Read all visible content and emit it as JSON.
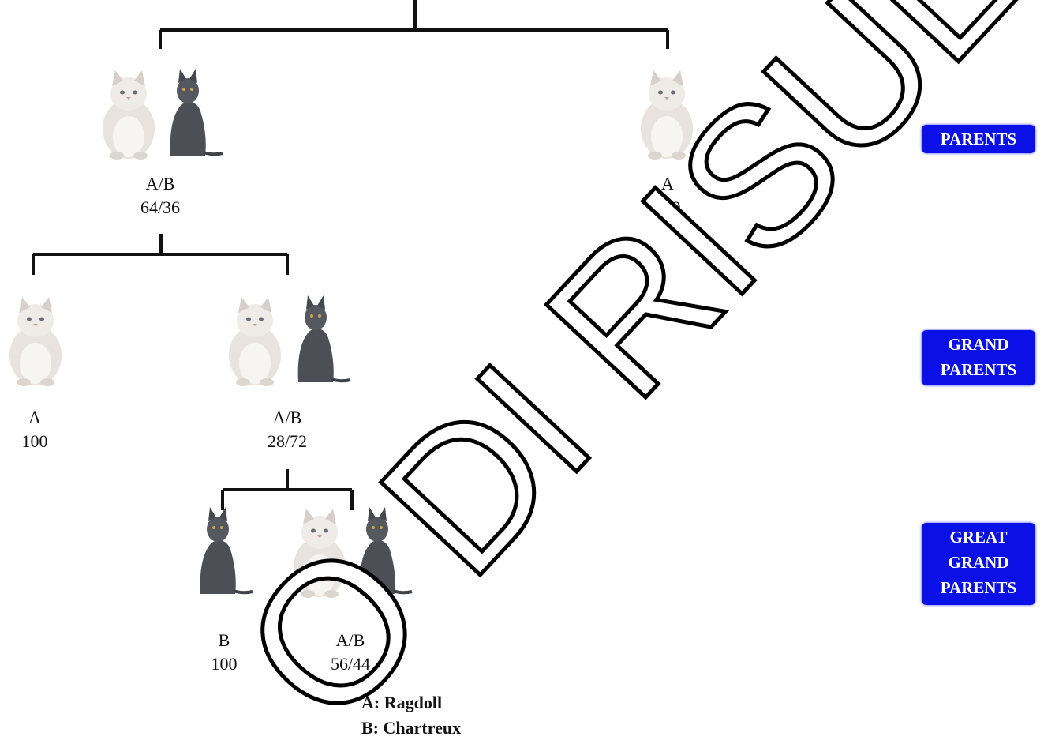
{
  "labels": {
    "p1_breeds": "A/B",
    "p1_pct": "64/36",
    "p2_breeds": "A",
    "p2_pct": "100",
    "g1_breeds": "A",
    "g1_pct": "100",
    "g2_breeds": "A/B",
    "g2_pct": "28/72",
    "gg1_breeds": "B",
    "gg1_pct": "100",
    "gg2_breeds": "A/B",
    "gg2_pct": "56/44"
  },
  "badges": {
    "parents": [
      "PARENTS"
    ],
    "grand": [
      "GRAND",
      "PARENTS"
    ],
    "great": [
      "GREAT",
      "GRAND",
      "PARENTS"
    ]
  },
  "legend": {
    "a": "A: Ragdoll",
    "b": "B: Chartreux"
  },
  "watermark": "O DI RISULTATO",
  "colors": {
    "badge": "#0a10e6",
    "ragdoll_body": "#ece8e4",
    "chartreux_body": "#4a4d52",
    "line": "#111111"
  },
  "icons": {
    "ragdoll": "ragdoll-cat-icon",
    "chartreux": "chartreux-cat-icon"
  }
}
